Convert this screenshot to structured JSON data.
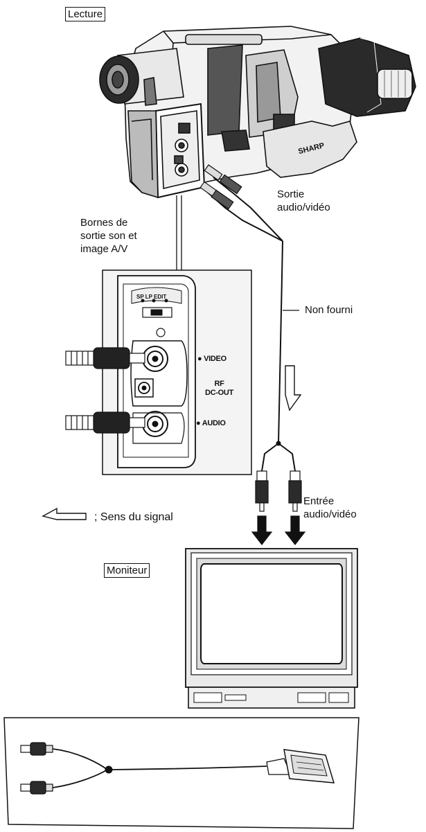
{
  "labels": {
    "lecture": "Lecture",
    "sortie_av": "Sortie\naudio/vidéo",
    "bornes": "Bornes de\nsortie son et\nimage A/V",
    "non_fourni": "Non fourni",
    "video": "● VIDEO",
    "rf_dc_out": "RF\nDC-OUT",
    "audio": "● AUDIO",
    "panel_modes": "SP LP EDIT",
    "sens_signal": "; Sens du signal",
    "entree_av": "Entrée\naudio/vidéo",
    "moniteur": "Moniteur",
    "brand": "SHARP"
  },
  "icons": {
    "signal_arrow": "hollow-arrow-icon",
    "cable_plug": "rca-plug-icon",
    "scart_plug": "scart-plug-icon"
  }
}
